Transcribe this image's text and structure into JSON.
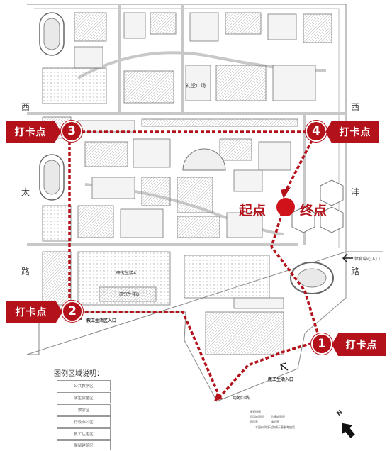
{
  "checkpoint_tag": "打卡点",
  "checkpoints": [
    {
      "number": "1"
    },
    {
      "number": "2"
    },
    {
      "number": "3"
    },
    {
      "number": "4"
    }
  ],
  "start_label": "起点",
  "end_label": "终点",
  "road_west": [
    "西",
    "太",
    "路"
  ],
  "road_east": [
    "西",
    "沣",
    "路"
  ],
  "building_labels": {
    "library": "礼堂广场",
    "dorm_a": "研究生楼A",
    "dorm_b": "研究生楼B",
    "stadium_entrance": "体育中心入口",
    "south_entrance": "教工生活区入口",
    "staff_entrance": "教工生活入口",
    "red_line": "用地红线"
  },
  "legend": {
    "title": "图例区域说明：",
    "items": [
      "公共教学区",
      "学生宿舍区",
      "教学区",
      "行政办公区",
      "教工住宅区",
      "保留建筑区"
    ]
  },
  "info_block": {
    "title": "规划指标",
    "lines": [
      "总用地面积",
      "总建筑面积",
      "容积率",
      "绿地率"
    ],
    "footer": "本图仅供活动路线示意参考使用"
  },
  "compass": {
    "label": "N"
  },
  "route_color": "#b3121b"
}
